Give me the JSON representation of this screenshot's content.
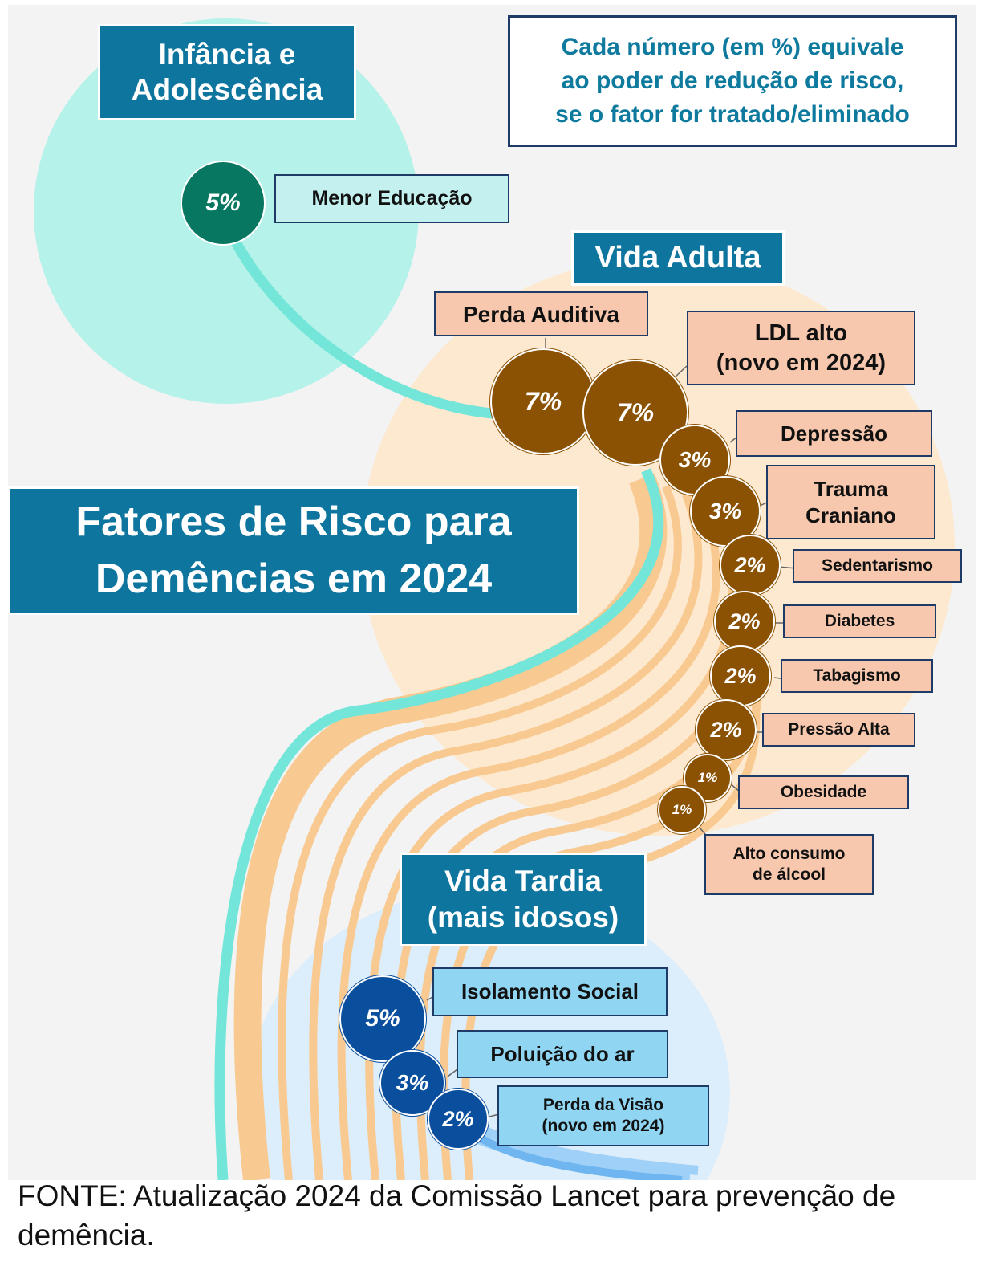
{
  "title": "Fatores de Risco para\nDemências em 2024",
  "note": "Cada número (em %) equivale\nao poder de redução de risco,\nse o fator for tratado/eliminado",
  "source": "FONTE: Atualização 2024 da Comissão Lancet para prevenção de demência.",
  "colors": {
    "header_blue": "#0e759f",
    "brown": "#8b5204",
    "teal": "#087761",
    "navy": "#0a4f9e",
    "label_orange": "#f7c8ad",
    "label_aqua": "#c4f1f0",
    "label_blue": "#90d6f3",
    "life_aqua": "#b5f2ea",
    "life_peach": "#fde9cf",
    "life_lightblue": "#dcedfb"
  },
  "stages": {
    "childhood": {
      "heading": "Infância e\nAdolescência",
      "factors": [
        {
          "label": "Menor Educação",
          "value": "5%"
        }
      ]
    },
    "adult": {
      "heading": "Vida Adulta",
      "factors": [
        {
          "label": "Perda Auditiva",
          "value": "7%"
        },
        {
          "label": "LDL alto\n(novo em 2024)",
          "value": "7%"
        },
        {
          "label": "Depressão",
          "value": "3%"
        },
        {
          "label": "Trauma\nCraniano",
          "value": "3%"
        },
        {
          "label": "Sedentarismo",
          "value": "2%"
        },
        {
          "label": "Diabetes",
          "value": "2%"
        },
        {
          "label": "Tabagismo",
          "value": "2%"
        },
        {
          "label": "Pressão Alta",
          "value": "2%"
        },
        {
          "label": "Obesidade",
          "value": "1%"
        },
        {
          "label": "Alto consumo\nde álcool",
          "value": "1%"
        }
      ]
    },
    "late": {
      "heading": "Vida Tardia\n(mais idosos)",
      "factors": [
        {
          "label": "Isolamento Social",
          "value": "5%"
        },
        {
          "label": "Poluição do ar",
          "value": "3%"
        },
        {
          "label": "Perda da Visão\n(novo em 2024)",
          "value": "2%"
        }
      ]
    }
  }
}
